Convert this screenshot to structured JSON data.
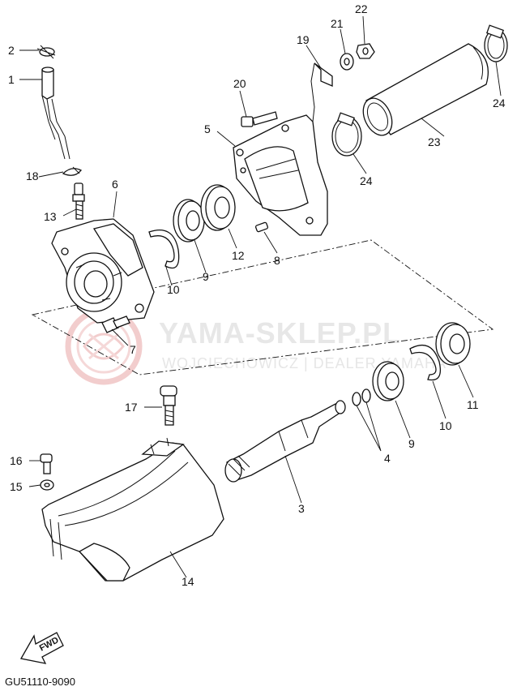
{
  "diagram": {
    "callouts": [
      {
        "id": "c1",
        "text": "1"
      },
      {
        "id": "c2",
        "text": "2"
      },
      {
        "id": "c3",
        "text": "3"
      },
      {
        "id": "c4",
        "text": "4"
      },
      {
        "id": "c5",
        "text": "5"
      },
      {
        "id": "c6",
        "text": "6"
      },
      {
        "id": "c7",
        "text": "7"
      },
      {
        "id": "c8",
        "text": "8"
      },
      {
        "id": "c9a",
        "text": "9"
      },
      {
        "id": "c9b",
        "text": "9"
      },
      {
        "id": "c10a",
        "text": "10"
      },
      {
        "id": "c10b",
        "text": "10"
      },
      {
        "id": "c11",
        "text": "11"
      },
      {
        "id": "c12",
        "text": "12"
      },
      {
        "id": "c13",
        "text": "13"
      },
      {
        "id": "c14",
        "text": "14"
      },
      {
        "id": "c15",
        "text": "15"
      },
      {
        "id": "c16",
        "text": "16"
      },
      {
        "id": "c17",
        "text": "17"
      },
      {
        "id": "c18",
        "text": "18"
      },
      {
        "id": "c19",
        "text": "19"
      },
      {
        "id": "c20",
        "text": "20"
      },
      {
        "id": "c21",
        "text": "21"
      },
      {
        "id": "c22",
        "text": "22"
      },
      {
        "id": "c23",
        "text": "23"
      },
      {
        "id": "c24a",
        "text": "24"
      },
      {
        "id": "c24b",
        "text": "24"
      }
    ],
    "fwd_label": "FWD",
    "diagram_code": "GU51110-9090",
    "watermark": {
      "title": "YAMA-SKLEP.PL",
      "subtitle": "WOJCIECHOWICZ | DEALER YAMAHA"
    }
  }
}
